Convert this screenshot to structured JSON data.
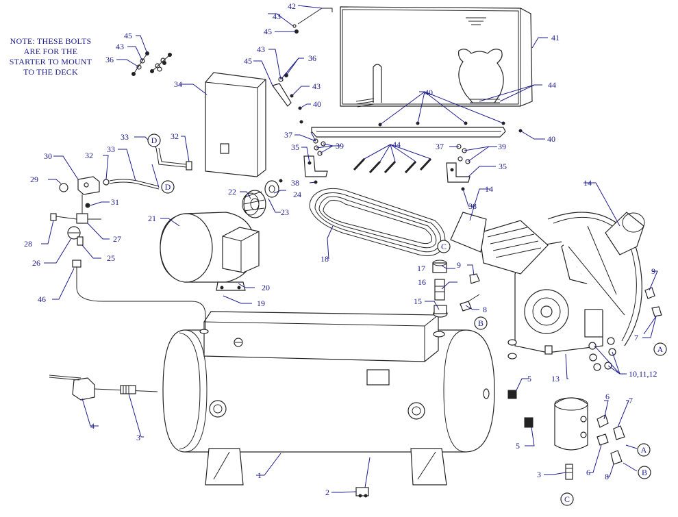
{
  "note": {
    "lines": [
      "NOTE: THESE BOLTS",
      "ARE FOR THE",
      "STARTER TO MOUNT",
      "TO THE DECK"
    ]
  },
  "callouts": [
    "1",
    "2",
    "3",
    "4",
    "5",
    "6",
    "7",
    "8",
    "9",
    "10,11,12",
    "13",
    "14",
    "15",
    "16",
    "17",
    "18",
    "19",
    "20",
    "21",
    "22",
    "23",
    "24",
    "25",
    "26",
    "27",
    "28",
    "29",
    "30",
    "31",
    "32",
    "33",
    "34",
    "35",
    "36",
    "37",
    "38",
    "39",
    "40",
    "41",
    "42",
    "43",
    "44",
    "45",
    "46"
  ],
  "connectors": [
    "A",
    "B",
    "C",
    "D"
  ],
  "colors": {
    "callout": "#1a1a8c",
    "linework": "#222222"
  }
}
